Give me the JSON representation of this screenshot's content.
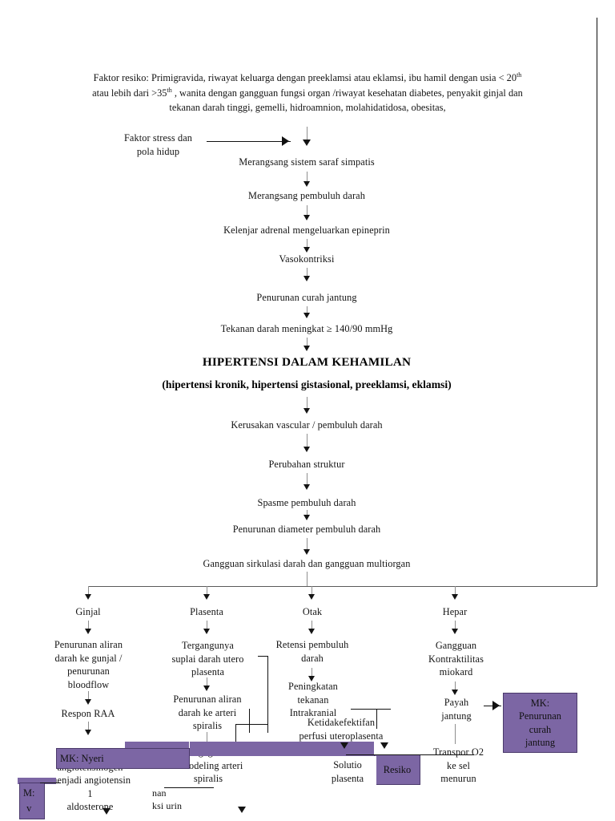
{
  "document": {
    "title": "HIPERTENSI DALAM KEHAMILAN",
    "subtitle": "(hipertensi kronik, hipertensi gistasional, preeklamsi, eklamsi)",
    "risk_factors": "Faktor resiko: Primigravida, riwayat keluarga dengan preeklamsi atau eklamsi, ibu hamil dengan usia < 20th atau lebih dari >35th , wanita dengan gangguan fungsi organ /riwayat kesehatan diabetes, penyakit ginjal dan tekanan darah tinggi, gemelli, hidroamnion, molahidatidosa, obesitas,",
    "stress_factor": "Faktor stress dan\npola hidup"
  },
  "colors": {
    "mk_fill": "#7c66a4",
    "mk_border": "#4b3a6b",
    "line": "#7a7a7a",
    "text": "#141414"
  },
  "upper_chain": [
    {
      "id": "n1",
      "label": "Merangsang sistem saraf simpatis"
    },
    {
      "id": "n2",
      "label": "Merangsang pembuluh darah"
    },
    {
      "id": "n3",
      "label": "Kelenjar adrenal mengeluarkan epineprin"
    },
    {
      "id": "n4",
      "label": "Vasokontriksi"
    },
    {
      "id": "n5",
      "label": "Penurunan curah jantung"
    },
    {
      "id": "n6",
      "label": "Tekanan darah meningkat ≥ 140/90 mmHg"
    }
  ],
  "lower_chain": [
    {
      "id": "n7",
      "label": "Kerusakan vascular / pembuluh darah"
    },
    {
      "id": "n8",
      "label": "Perubahan struktur"
    },
    {
      "id": "n9",
      "label": "Spasme pembuluh darah"
    },
    {
      "id": "n10",
      "label": "Penurunan diameter pembuluh darah"
    },
    {
      "id": "n11",
      "label": "Gangguan sirkulasi darah dan gangguan multiorgan"
    }
  ],
  "branches": {
    "ginjal": {
      "header": "Ginjal",
      "steps": [
        "Penurunan aliran\ndarah ke gunjal /\npenurunan\nbloodflow",
        "Respon RAA",
        "Mengaktifkan\nangiotensinogen\nmenjadi angiotensin\n1\naldosterone"
      ]
    },
    "plasenta": {
      "header": "Plasenta",
      "steps": [
        "Tergangunya\nsuplai darah utero\nplasenta",
        "Penurunan aliran\ndarah ke arteri\nspiralis",
        "Kegagalan\nremodeling arteri\nspiralis"
      ],
      "clipped": "nan\nksi urin"
    },
    "otak": {
      "header": "Otak",
      "steps": [
        "Retensi pembuluh\ndarah",
        "Peningkatan\ntekanan\nIntrakranial",
        "Ketidakefektifan\nperfusi uteroplasenta"
      ]
    },
    "hepar": {
      "header": "Hepar",
      "steps": [
        "Gangguan\nKontraktilitas\nmiokard",
        "Payah\njantung",
        "Transpor O2\nke sel\nmenurun"
      ]
    }
  },
  "mk_boxes": [
    {
      "id": "mk-penurunan-curah-jantung",
      "label": "MK:\nPenurunan\ncurah\njantung"
    },
    {
      "id": "mk-nyeri",
      "label": "MK: Nyeri"
    },
    {
      "id": "mk-resiko",
      "label": "Resiko"
    },
    {
      "id": "mk-left-clipped",
      "label": "M:\nv"
    }
  ],
  "white_boxes": [
    {
      "id": "solutio-plasenta",
      "label": "Solutio\nplasenta"
    }
  ]
}
